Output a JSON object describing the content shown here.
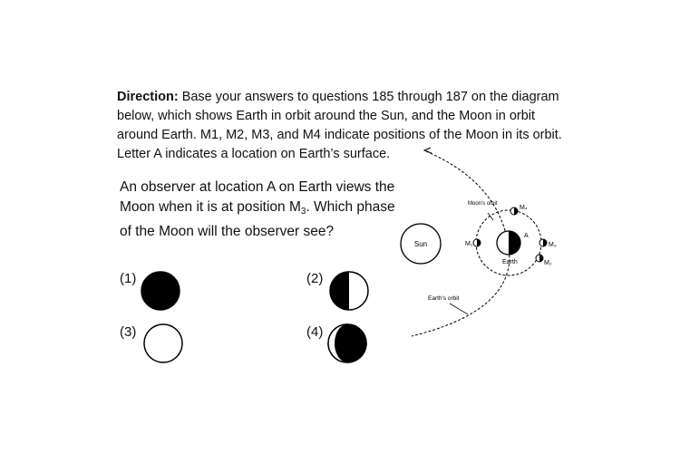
{
  "direction": {
    "label": "Direction:",
    "text": " Base your answers to questions 185 through 187 on the diagram below, which shows Earth in orbit around the Sun, and the Moon in orbit around Earth. M1, M2, M3, and M4 indicate positions of the Moon in its orbit. Letter A indicates a location on Earth’s surface."
  },
  "question": {
    "part1": "An observer at location A on Earth views the Moon when it is at position M",
    "sub": "3",
    "part2": ". Which phase of the Moon will the observer see?"
  },
  "choices": [
    {
      "number": "(1)",
      "phase": "new moon (fully dark)"
    },
    {
      "number": "(2)",
      "phase": "half moon (left side dark)"
    },
    {
      "number": "(3)",
      "phase": "full moon (fully light)"
    },
    {
      "number": "(4)",
      "phase": "crescent (mostly dark)"
    }
  ],
  "diagram": {
    "sun": "Sun",
    "earth": "Earth",
    "location": "A",
    "moons_orbit": "Moon's orbit",
    "earths_orbit": "Earth's orbit",
    "m1": "M₁",
    "m2": "M₂",
    "m3": "M₃",
    "m4": "M₄"
  }
}
